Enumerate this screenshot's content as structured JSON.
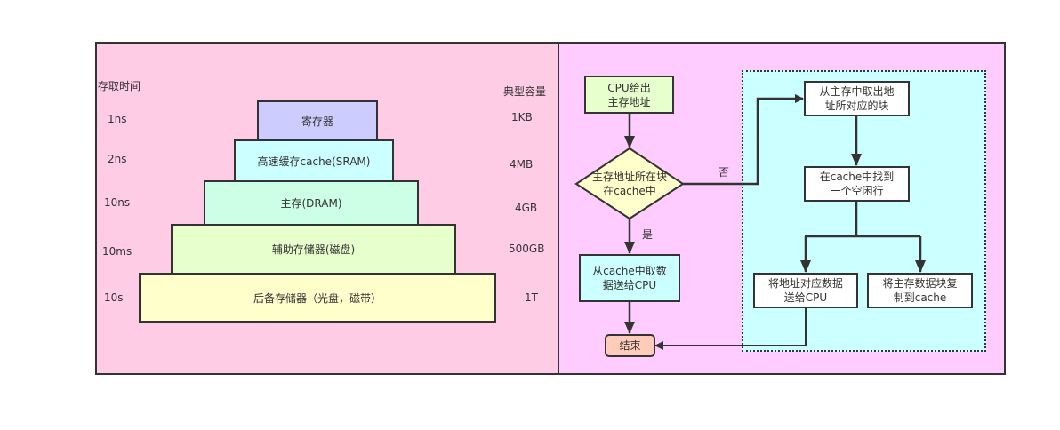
{
  "hierarchy": {
    "access_time_header": "存取时间",
    "capacity_header": "典型容量",
    "tiers": [
      {
        "name": "寄存器",
        "access_time": "1ns",
        "capacity": "1KB",
        "color": "#ccccff"
      },
      {
        "name": "高速缓存cache(SRAM)",
        "access_time": "2ns",
        "capacity": "4MB",
        "color": "#ccffff"
      },
      {
        "name": "主存(DRAM)",
        "access_time": "10ns",
        "capacity": "4GB",
        "color": "#ccffe6"
      },
      {
        "name": "辅助存储器(磁盘)",
        "access_time": "10ms",
        "capacity": "500GB",
        "color": "#e6ffcc"
      },
      {
        "name": "后备存储器（光盘，磁带）",
        "access_time": "10s",
        "capacity": "1T",
        "color": "#ffffcc"
      }
    ]
  },
  "flowchart": {
    "start": {
      "line1": "CPU给出",
      "line2": "主存地址",
      "color": "#e6ffcc"
    },
    "decision": {
      "line1": "主存地址所在块",
      "line2": "在cache中",
      "color": "#ffffcc"
    },
    "yes_label": "是",
    "no_label": "否",
    "fetch_cache": {
      "line1": "从cache中取数",
      "line2": "据送给CPU",
      "color": "#ccffff"
    },
    "end": {
      "label": "结束",
      "color": "#ffccbb"
    },
    "fetch_main": {
      "line1": "从主存中取出地",
      "line2": "址所对应的块"
    },
    "find_line": {
      "line1": "在cache中找到",
      "line2": "一个空闲行"
    },
    "send_cpu": {
      "line1": "将地址对应数据",
      "line2": "送给CPU"
    },
    "copy_block": {
      "line1": "将主存数据块复",
      "line2": "制到cache"
    }
  }
}
